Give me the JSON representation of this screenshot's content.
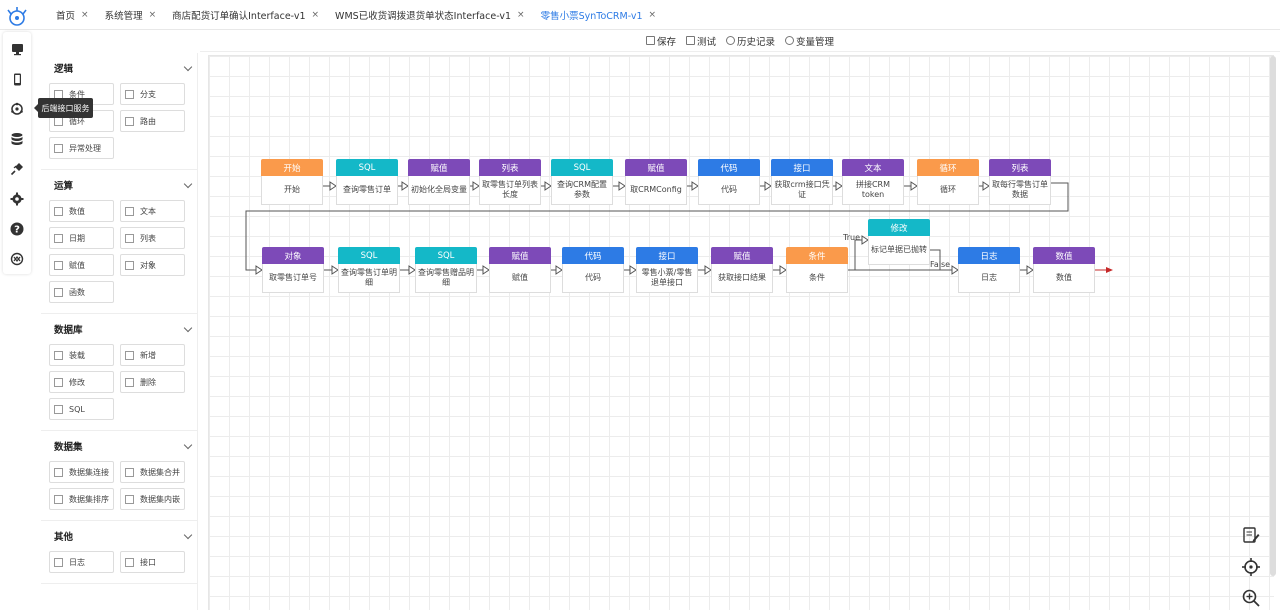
{
  "tabs": [
    {
      "label": "首页",
      "active": false
    },
    {
      "label": "系统管理",
      "active": false
    },
    {
      "label": "商店配货订单确认Interface-v1",
      "active": false
    },
    {
      "label": "WMS已收货调拨退货单状态Interface-v1",
      "active": false
    },
    {
      "label": "零售小票SynToCRM-v1",
      "active": true
    }
  ],
  "tooltip": "后端接口服务",
  "toolbar": {
    "save": "保存",
    "test": "测试",
    "history": "历史记录",
    "vars": "变量管理"
  },
  "panel": {
    "sections": [
      {
        "title": "逻辑",
        "items": [
          "条件",
          "分支",
          "循环",
          "路由",
          "异常处理"
        ]
      },
      {
        "title": "运算",
        "items": [
          "数值",
          "文本",
          "日期",
          "列表",
          "赋值",
          "对象",
          "函数"
        ]
      },
      {
        "title": "数据库",
        "items": [
          "装载",
          "新增",
          "修改",
          "删除",
          "SQL"
        ]
      },
      {
        "title": "数据集",
        "items": [
          "数据集连接",
          "数据集合并",
          "数据集排序",
          "数据集内嵌"
        ]
      },
      {
        "title": "其他",
        "items": [
          "日志",
          "接口"
        ]
      }
    ]
  },
  "colors": {
    "orange": "#fa9a4b",
    "teal": "#14b8c8",
    "purple": "#7d4ab8",
    "blue": "#2d7be5",
    "accent": "#2d7be5"
  },
  "flow": {
    "row1": [
      {
        "type": "开始",
        "label": "开始",
        "color": "orange"
      },
      {
        "type": "SQL",
        "label": "查询零售订单",
        "color": "teal"
      },
      {
        "type": "赋值",
        "label": "初始化全局变量",
        "color": "purple"
      },
      {
        "type": "列表",
        "label": "取零售订单列表长度",
        "color": "purple"
      },
      {
        "type": "SQL",
        "label": "查询CRM配置参数",
        "color": "teal"
      },
      {
        "type": "赋值",
        "label": "取CRMConfig",
        "color": "purple"
      },
      {
        "type": "代码",
        "label": "代码",
        "color": "blue"
      },
      {
        "type": "接口",
        "label": "获取crm接口凭证",
        "color": "blue"
      },
      {
        "type": "文本",
        "label": "拼接CRM token",
        "color": "purple"
      },
      {
        "type": "循环",
        "label": "循环",
        "color": "orange"
      },
      {
        "type": "列表",
        "label": "取每行零售订单数据",
        "color": "purple"
      }
    ],
    "row2": [
      {
        "type": "对象",
        "label": "取零售订单号",
        "color": "purple"
      },
      {
        "type": "SQL",
        "label": "查询零售订单明细",
        "color": "teal"
      },
      {
        "type": "SQL",
        "label": "查询零售赠品明细",
        "color": "teal"
      },
      {
        "type": "赋值",
        "label": "赋值",
        "color": "purple"
      },
      {
        "type": "代码",
        "label": "代码",
        "color": "blue"
      },
      {
        "type": "接口",
        "label": "零售小票/零售退单接口",
        "color": "blue"
      },
      {
        "type": "赋值",
        "label": "获取接口结果",
        "color": "purple"
      },
      {
        "type": "条件",
        "label": "条件",
        "color": "orange"
      },
      {
        "type": "修改",
        "label": "标记单据已抛转",
        "color": "teal"
      },
      {
        "type": "日志",
        "label": "日志",
        "color": "blue"
      },
      {
        "type": "数值",
        "label": "数值",
        "color": "purple"
      }
    ],
    "true_label": "True",
    "false_label": "False"
  }
}
